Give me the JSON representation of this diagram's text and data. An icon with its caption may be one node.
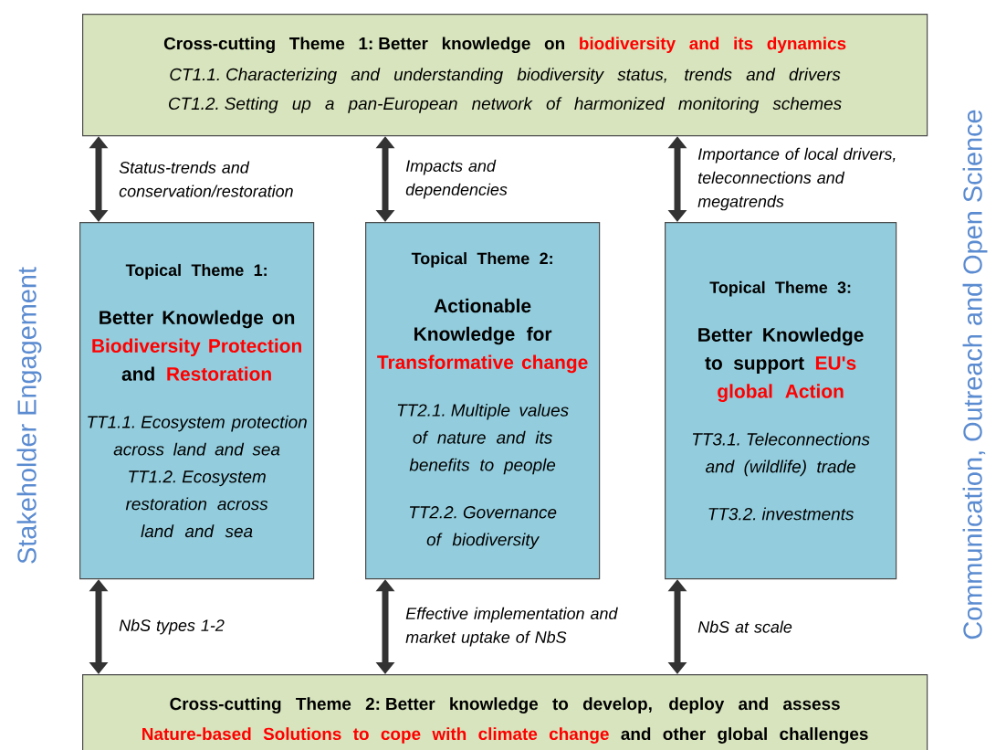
{
  "diagram": {
    "nodes": [
      {
        "text": [
          "Cross-cutting Theme  1: Better knowledge on",
          "biodiversity and its dynamics",
          "CT1.1. Characterizing and understanding biodiversity status, trends and drivers",
          "CT1.2. Setting up a pan-European network of harmonized monitoring schemes"
        ]
      },
      {
        "text": [
          "Topical Theme 1:",
          "Better Knowledge on",
          "Biodiversity Protection",
          "and",
          "Restoration",
          "TT1.1. Ecosystem protection across land and sea",
          "TT1.2.  Ecosystem restoration across land and sea"
        ]
      },
      {
        "text": [
          "Topical Theme 2:",
          "Actionable Knowledge for",
          "Transformative change",
          "TT2.1. Multiple values of nature and its benefits to people",
          "TT2.2. Governance of biodiversity"
        ]
      },
      {
        "text": [
          "Topical Theme 3:",
          "Better Knowledge to support",
          "EU's global Action",
          "TT3.1. Teleconnections and (wildlife) trade",
          "TT3.2. investments"
        ]
      },
      {
        "text": [
          "Cross-cutting Theme 2: Better knowledge to develop, deploy and assess",
          "Nature-based Solutions to cope with climate change",
          "and other global challenges"
        ]
      }
    ],
    "edges": [
      {
        "from": 0,
        "to": 1,
        "arrow": "both",
        "label": "Status-trends and conservation/restoration"
      },
      {
        "from": 0,
        "to": 2,
        "arrow": "both",
        "label": "Impacts and dependencies"
      },
      {
        "from": 0,
        "to": 3,
        "arrow": "both",
        "label": "Importance of local drivers, teleconnections and megatrends"
      },
      {
        "from": 1,
        "to": 4,
        "arrow": "both",
        "label": "NbS types 1-2"
      },
      {
        "from": 2,
        "to": 4,
        "arrow": "both",
        "label": "Effective implementation and market uptake of NbS"
      },
      {
        "from": 3,
        "to": 4,
        "arrow": "both",
        "label": "NbS at scale"
      }
    ],
    "labels": [
      "Stakeholder Engagement",
      "Communication, Outreach and Open Science"
    ]
  }
}
